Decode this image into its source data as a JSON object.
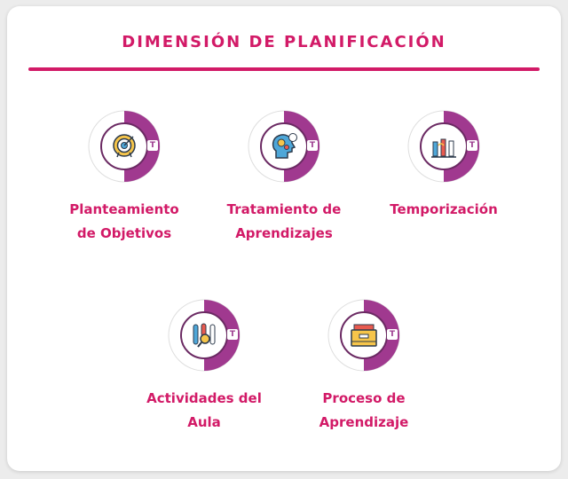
{
  "page": {
    "title": "DIMENSIÓN DE PLANIFICACIÓN",
    "accent_color": "#d21a67",
    "badge_color": "#a0398f"
  },
  "items": [
    {
      "id": "planteamiento",
      "icon": "target-icon",
      "lines": [
        "Planteamiento",
        "de Objetivos"
      ]
    },
    {
      "id": "tratamiento",
      "icon": "head-gears-icon",
      "lines": [
        "Tratamiento de",
        "Aprendizajes"
      ]
    },
    {
      "id": "temporizacion",
      "icon": "timeline-bars-icon",
      "lines": [
        "Temporización"
      ]
    },
    {
      "id": "actividades",
      "icon": "lab-tubes-magnifier-icon",
      "lines": [
        "Actividades del",
        "Aula"
      ]
    },
    {
      "id": "proceso",
      "icon": "folder-box-icon",
      "lines": [
        "Proceso de",
        "Aprendizaje"
      ]
    }
  ]
}
